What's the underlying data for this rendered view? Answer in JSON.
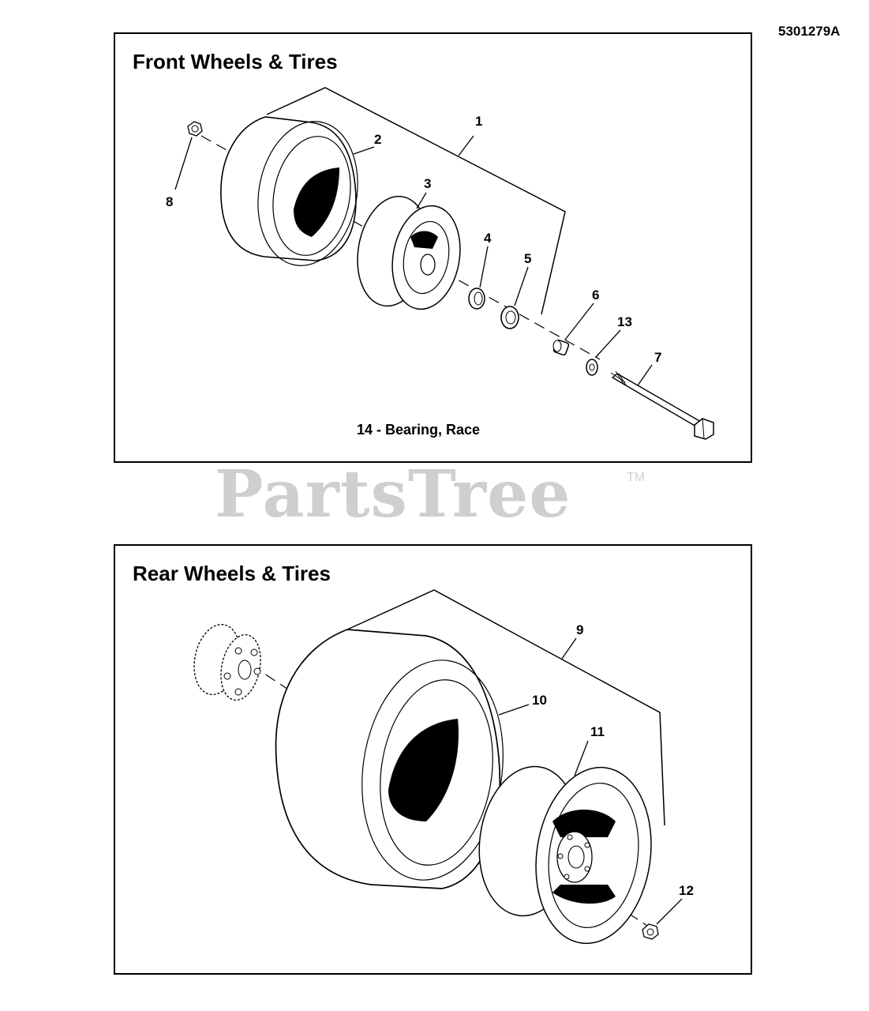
{
  "doc_number": "5301279A",
  "watermark": {
    "text": "PartsTree",
    "mark": "TM"
  },
  "front": {
    "title": "Front Wheels & Tires",
    "note": "14 - Bearing, Race",
    "refs": {
      "r1": "1",
      "r2": "2",
      "r3": "3",
      "r4": "4",
      "r5": "5",
      "r6": "6",
      "r7": "7",
      "r8": "8",
      "r13": "13"
    }
  },
  "rear": {
    "title": "Rear Wheels & Tires",
    "refs": {
      "r9": "9",
      "r10": "10",
      "r11": "11",
      "r12": "12"
    }
  },
  "colors": {
    "line": "#000000",
    "watermark": "#cfcfcf"
  }
}
